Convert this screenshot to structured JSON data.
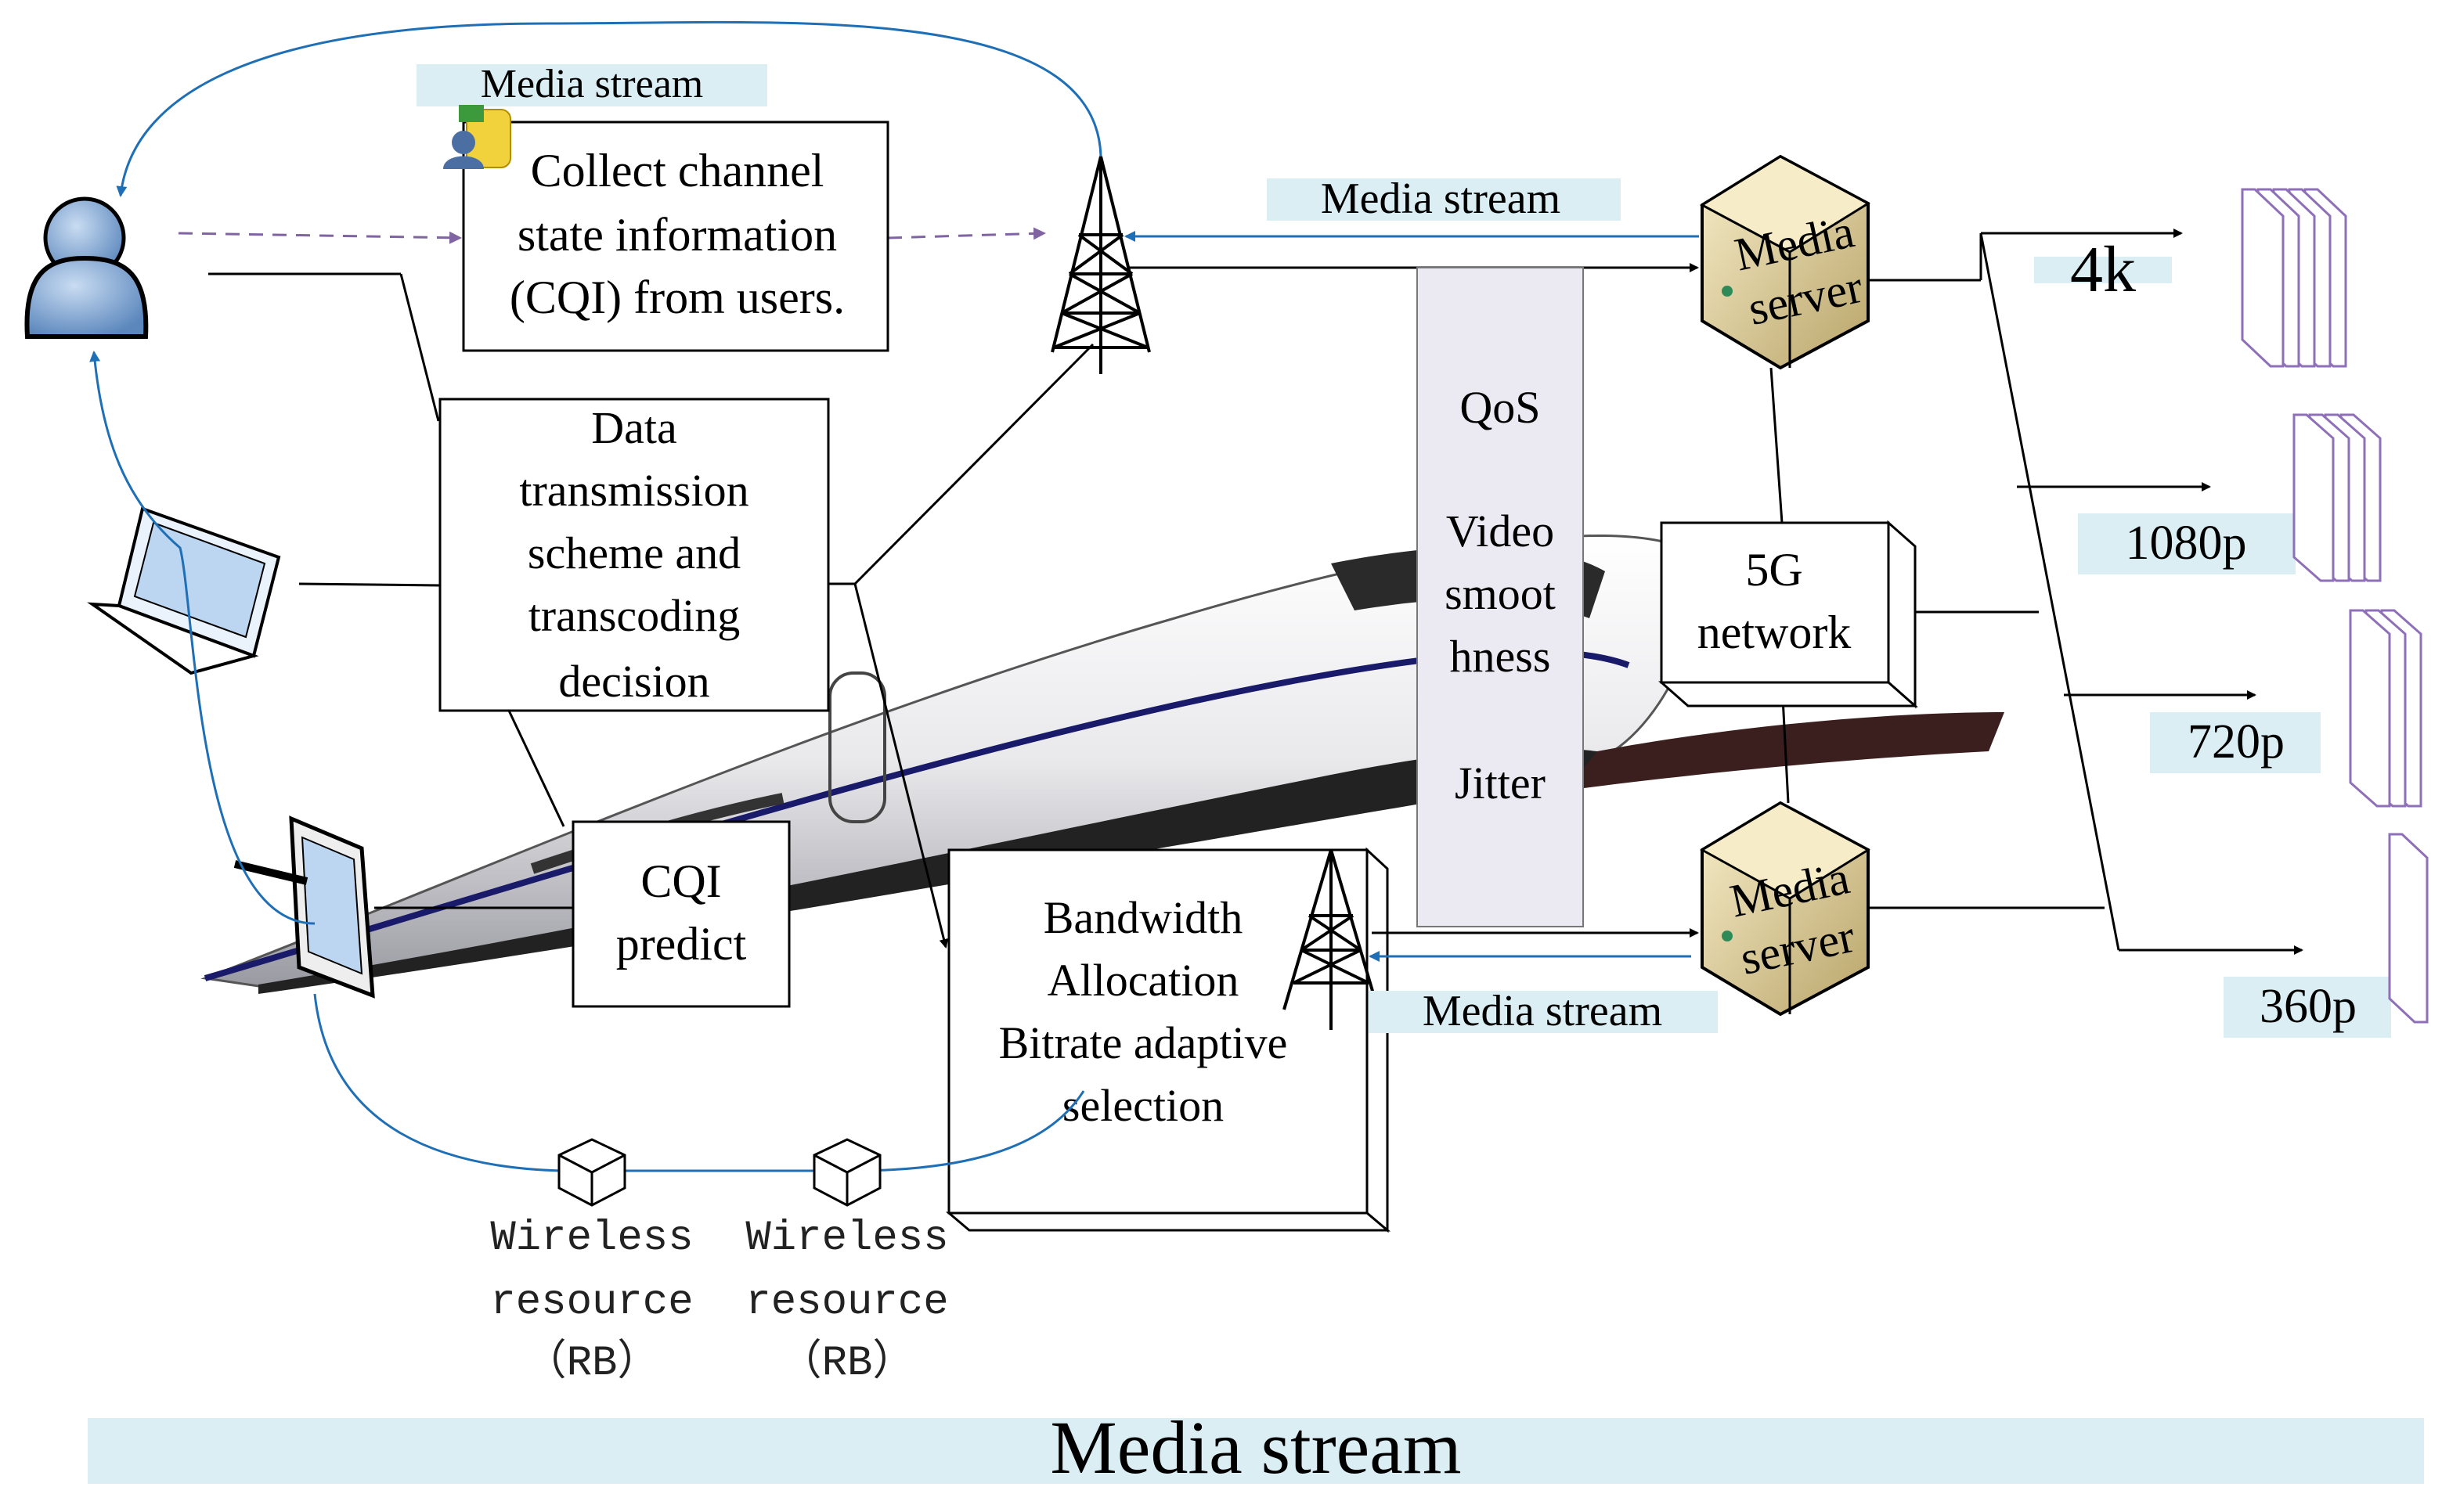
{
  "colors": {
    "label_bg": "#daeef3",
    "qos_bg": "#ebe9f2",
    "blue_line": "#1f6fb6",
    "purple_dash": "#8064a2",
    "video_frame": "#8e6fb8",
    "server_fill": "#e8d9a8"
  },
  "labels": {
    "media_stream_top": "Media stream",
    "media_stream_right": "Media stream",
    "media_stream_bottom_right": "Media stream",
    "media_stream_footer": "Media stream"
  },
  "boxes": {
    "collect": [
      "Collect channel",
      "state information",
      "(CQI) from users."
    ],
    "decision": [
      "Data",
      "transmission",
      "scheme and",
      "transcoding",
      "decision"
    ],
    "cqi": [
      "CQI",
      "predict"
    ],
    "bandwidth": [
      "Bandwidth",
      "Allocation",
      "Bitrate adaptive",
      "selection"
    ],
    "network": [
      "5G",
      "network"
    ]
  },
  "qos": [
    "QoS",
    "Video",
    "smoot",
    "hness",
    "Jitter"
  ],
  "servers": {
    "top": [
      "Media",
      "server"
    ],
    "bottom": [
      "Media",
      "server"
    ]
  },
  "resolutions": [
    "4k",
    "1080p",
    "720p",
    "360p"
  ],
  "wireless": [
    [
      "Wireless",
      "resource",
      "（RB）"
    ],
    [
      "Wireless",
      "resource",
      "（RB）"
    ]
  ],
  "icons": {
    "user": "user-icon",
    "laptop": "laptop-icon",
    "tablet": "tablet-icon",
    "tower": "cell-tower-icon",
    "server": "server-icon",
    "database": "database-user-icon",
    "cube": "cube-icon",
    "train": "high-speed-train-image",
    "frames": "video-frames-icon"
  }
}
